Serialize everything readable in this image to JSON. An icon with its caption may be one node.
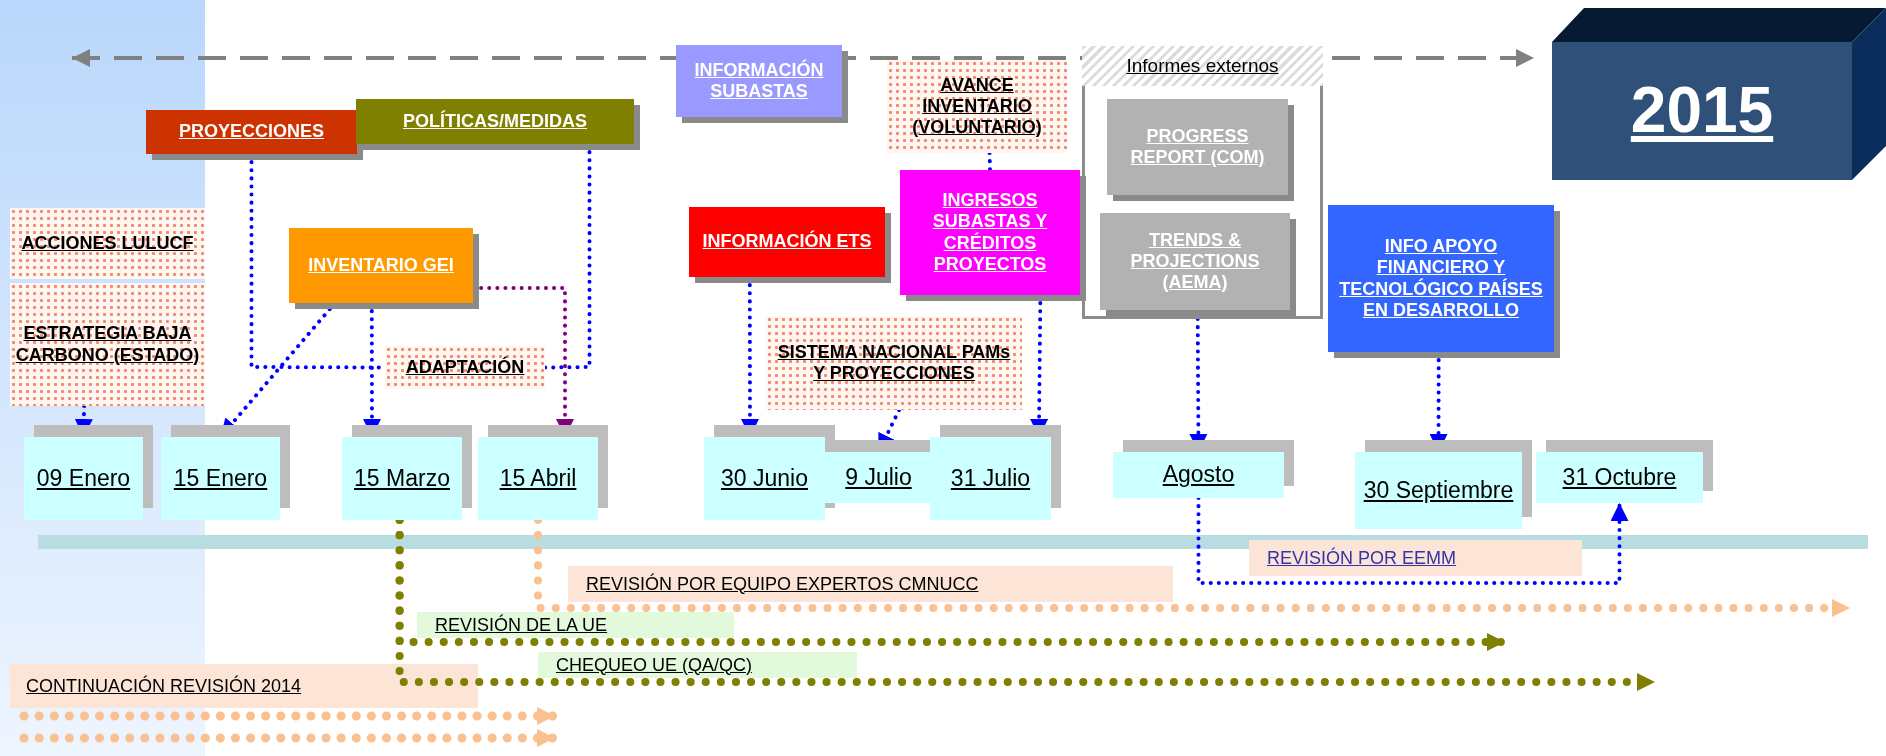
{
  "diagram": {
    "nodes": [
      {
        "text": [
          "INFORMACIÓN SUBASTAS"
        ]
      },
      {
        "text": [
          "PROYECCIONES"
        ]
      },
      {
        "text": [
          "POLÍTICAS/MEDIDAS"
        ]
      },
      {
        "text": [
          "AVANCE INVENTARIO (VOLUNTARIO)"
        ]
      },
      {
        "text": [
          "Informes externos"
        ]
      },
      {
        "text": [
          "PROGRESS REPORT (COM)"
        ],
        "in": 4
      },
      {
        "text": [
          "TRENDS & PROJECTIONS (AEMA)"
        ],
        "in": 4
      },
      {
        "text": [
          "2015"
        ]
      },
      {
        "text": [
          "ACCIONES LULUCF"
        ]
      },
      {
        "text": [
          "ESTRATEGIA BAJA CARBONO (ESTADO)"
        ]
      },
      {
        "text": [
          "INVENTARIO GEI"
        ]
      },
      {
        "text": [
          "INFORMACIÓN ETS"
        ]
      },
      {
        "text": [
          "INGRESOS SUBASTAS Y CRÉDITOS PROYECTOS"
        ]
      },
      {
        "text": [
          "INFO APOYO FINANCIERO Y TECNOLÓGICO PAÍSES EN DESARROLLO"
        ]
      },
      {
        "text": [
          "ADAPTACIÓN"
        ]
      },
      {
        "text": [
          "SISTEMA NACIONAL PAMs Y PROYECCIONES"
        ]
      },
      {
        "text": [
          "09 Enero"
        ]
      },
      {
        "text": [
          "15 Enero"
        ]
      },
      {
        "text": [
          "15 Marzo"
        ]
      },
      {
        "text": [
          "15 Abril"
        ]
      },
      {
        "text": [
          "30 Junio"
        ]
      },
      {
        "text": [
          "9 Julio"
        ]
      },
      {
        "text": [
          "31 Julio"
        ]
      },
      {
        "text": [
          "Agosto"
        ]
      },
      {
        "text": [
          "30 Septiembre"
        ]
      },
      {
        "text": [
          "31 Octubre"
        ]
      }
    ],
    "edges": [
      {
        "from": 9,
        "to": 16,
        "arrow": "to",
        "style": "dashed"
      },
      {
        "from": 1,
        "to": 14,
        "arrow": "none",
        "style": "dashed"
      },
      {
        "from": 2,
        "to": 14,
        "arrow": "none",
        "style": "dashed"
      },
      {
        "from": 10,
        "to": 17,
        "arrow": "to",
        "style": "dashed"
      },
      {
        "from": 10,
        "to": 18,
        "arrow": "to",
        "style": "dashed"
      },
      {
        "from": 10,
        "to": 19,
        "arrow": "to",
        "style": "dashed",
        "color": "#800080"
      },
      {
        "from": 11,
        "to": 20,
        "arrow": "to",
        "style": "dashed"
      },
      {
        "from": 15,
        "to": 21,
        "arrow": "to",
        "style": "dashed"
      },
      {
        "from": 3,
        "to": 12,
        "arrow": "none",
        "style": "dashed"
      },
      {
        "from": 12,
        "to": 22,
        "arrow": "to",
        "style": "dashed"
      },
      {
        "from": 4,
        "to": 23,
        "arrow": "to",
        "style": "dashed"
      },
      {
        "from": 13,
        "to": 24,
        "arrow": "to",
        "style": "dashed"
      },
      {
        "from": 23,
        "to": 25,
        "arrow": "to",
        "style": "dashed",
        "label": "REVISIÓN POR EEMM"
      },
      {
        "from": 19,
        "to": null,
        "arrow": "to",
        "style": "dashed",
        "color": "#fac090",
        "label": "REVISIÓN POR EQUIPO EXPERTOS CMNUCC"
      },
      {
        "from": 18,
        "to": null,
        "arrow": "to",
        "style": "dashed",
        "color": "#808000",
        "label": "REVISIÓN DE LA UE"
      },
      {
        "from": 18,
        "to": null,
        "arrow": "to",
        "style": "dashed",
        "color": "#808000",
        "label": "CHEQUEO UE (QA/QC)"
      }
    ],
    "labels": [
      "CONTINUACIÓN REVISIÓN 2014"
    ]
  }
}
